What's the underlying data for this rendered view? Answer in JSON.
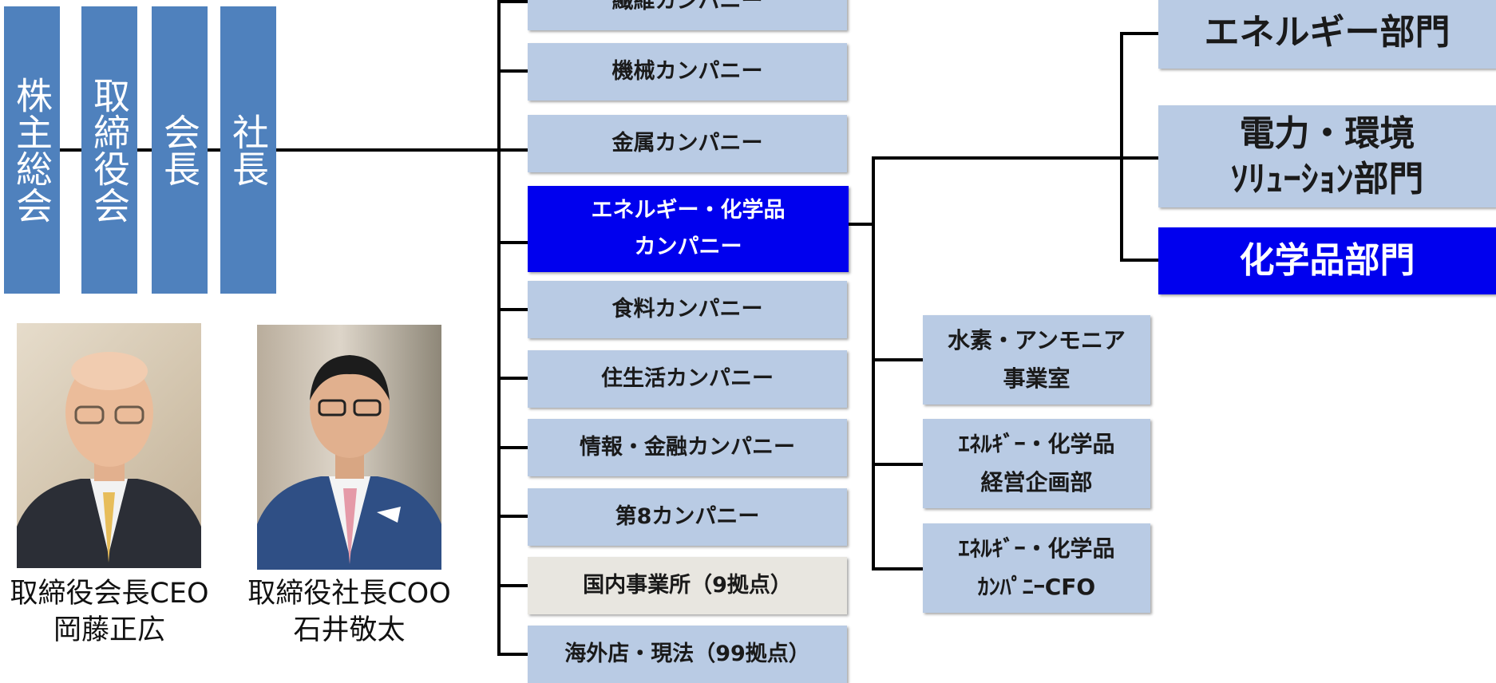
{
  "governance": [
    {
      "id": "shareholders",
      "label": "株主総会"
    },
    {
      "id": "board",
      "label": "取締役会"
    },
    {
      "id": "chairman",
      "label": "会長"
    },
    {
      "id": "president",
      "label": "社長"
    }
  ],
  "executives": [
    {
      "title": "取締役会長CEO",
      "name": "岡藤正広"
    },
    {
      "title": "取締役社長COO",
      "name": "石井敬太"
    }
  ],
  "companies": [
    {
      "label": "繊維カンパニー"
    },
    {
      "label": "機械カンパニー"
    },
    {
      "label": "金属カンパニー"
    },
    {
      "label": "エネルギー・化学品\nカンパニー",
      "highlight": true
    },
    {
      "label": "食料カンパニー"
    },
    {
      "label": "住生活カンパニー"
    },
    {
      "label": "情報・金融カンパニー"
    },
    {
      "label": "第8カンパニー"
    },
    {
      "label": "国内事業所（9拠点）"
    },
    {
      "label": "海外店・現法（99拠点）"
    }
  ],
  "sub_units": [
    {
      "label": "水素・アンモニア\n事業室"
    },
    {
      "label": "ｴﾈﾙｷﾞｰ・化学品\n経営企画部"
    },
    {
      "label": "ｴﾈﾙｷﾞｰ・化学品\nｶﾝﾊﾟﾆｰCFO"
    }
  ],
  "divisions": [
    {
      "label": "エネルギー部門"
    },
    {
      "label": "電力・環境\nｿﾘｭｰｼｮﾝ部門"
    },
    {
      "label": "化学品部門",
      "highlight": true
    }
  ],
  "colors": {
    "governance_box": "#4f81bd",
    "unit_box": "#b9cbe4",
    "highlight": "#0000ee",
    "office_box": "#e8e6e0"
  }
}
